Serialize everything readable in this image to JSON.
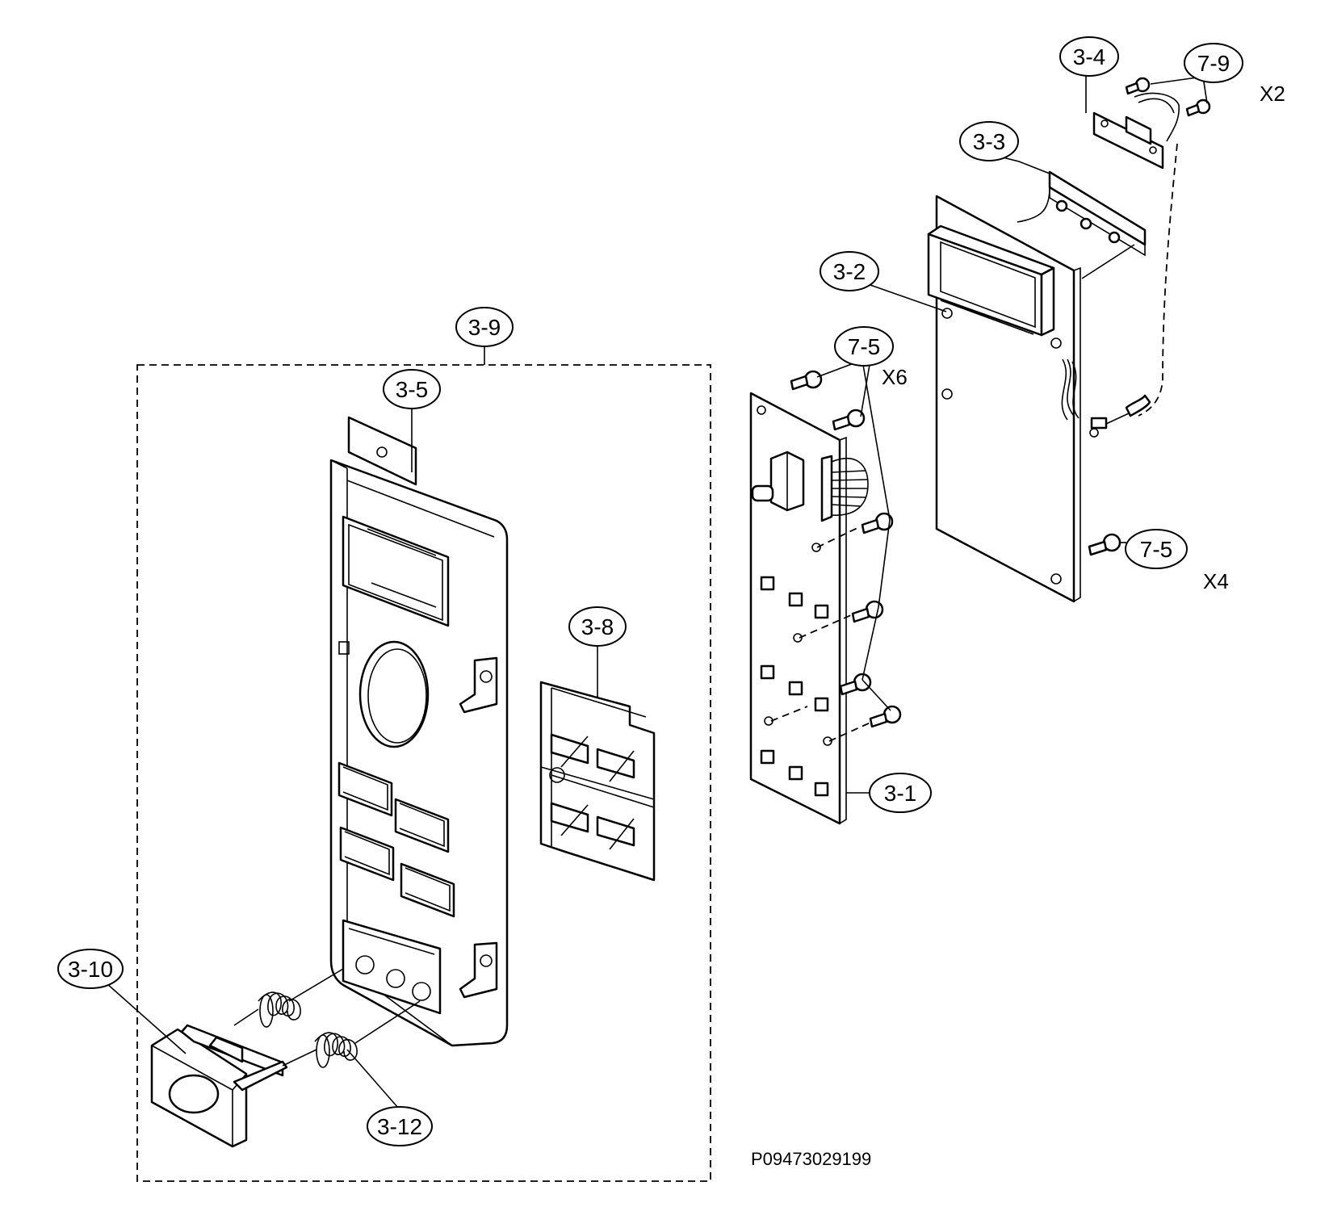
{
  "callouts": {
    "c3_1": "3-1",
    "c3_2": "3-2",
    "c3_3": "3-3",
    "c3_4": "3-4",
    "c3_5": "3-5",
    "c3_8": "3-8",
    "c3_9": "3-9",
    "c3_10": "3-10",
    "c3_12": "3-12",
    "c7_5a": "7-5",
    "c7_5b": "7-5",
    "c7_9": "7-9"
  },
  "quantities": {
    "x2": "X2",
    "x6": "X6",
    "x4": "X4"
  },
  "drawing_code": "P09473029199"
}
